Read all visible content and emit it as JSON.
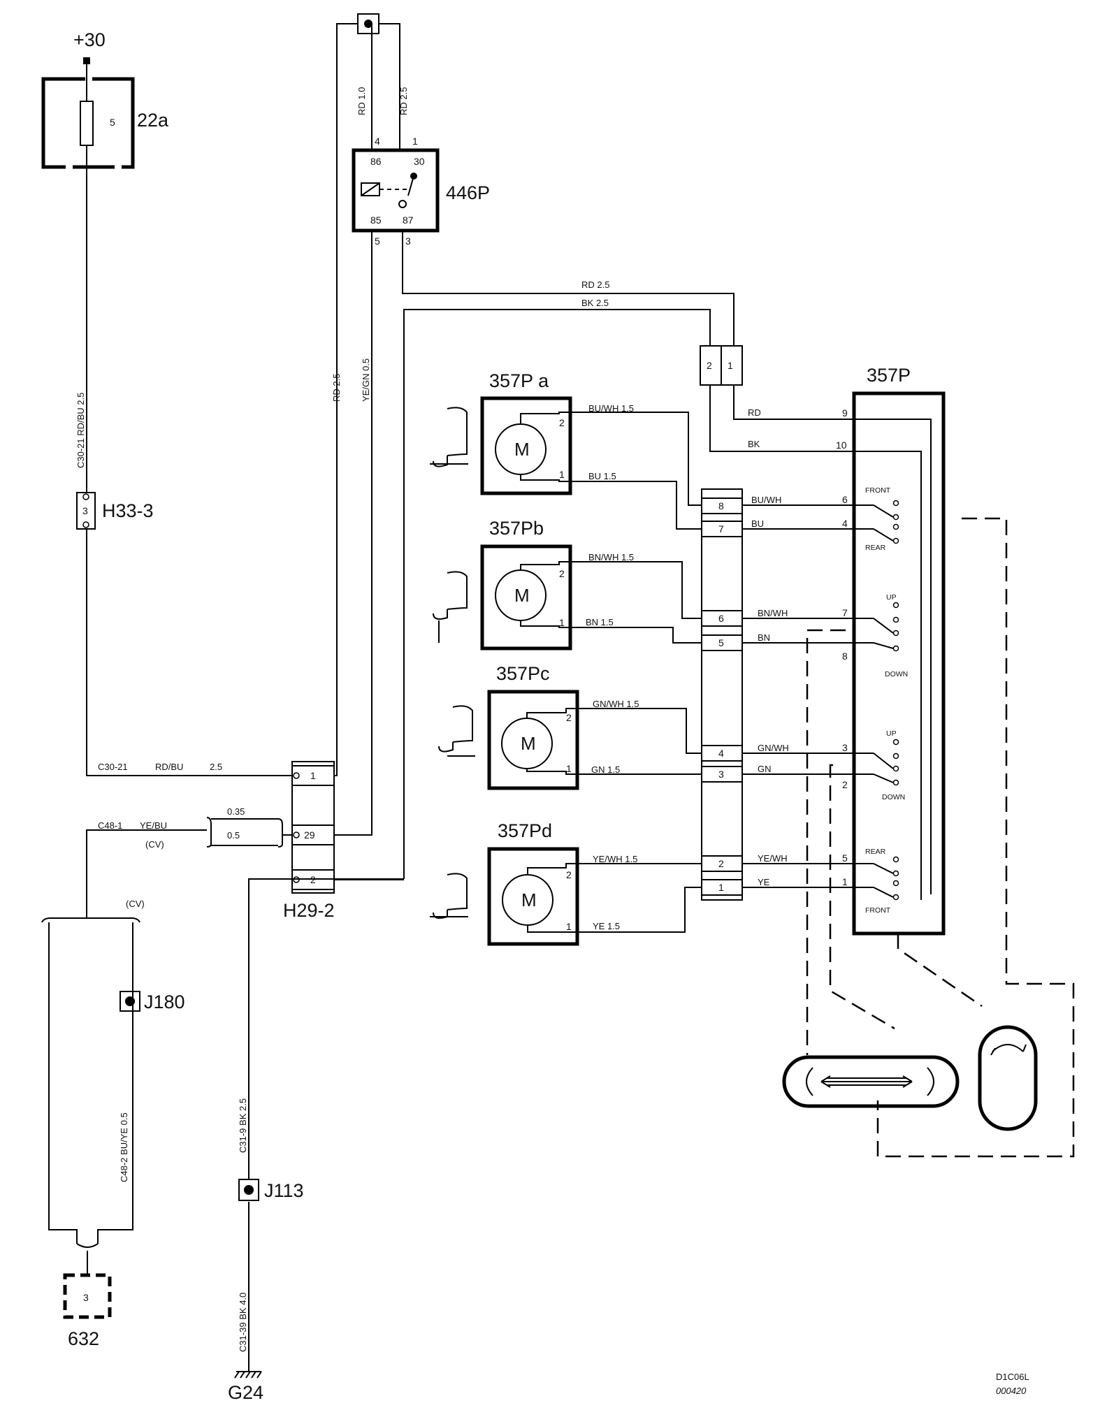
{
  "components": {
    "supply": "+30",
    "fuse": {
      "id": "22a",
      "pin": "5"
    },
    "h33": {
      "id": "H33-3",
      "pin": "3"
    },
    "relay": {
      "id": "446P",
      "pins": [
        "86",
        "30",
        "85",
        "87"
      ],
      "wires": [
        "4",
        "1",
        "5",
        "3"
      ]
    },
    "h29": {
      "id": "H29-2",
      "pins": [
        "1",
        "29",
        "2"
      ]
    },
    "motors": [
      {
        "id": "357P a",
        "glyph": "M"
      },
      {
        "id": "357Pb",
        "glyph": "M"
      },
      {
        "id": "357Pc",
        "glyph": "M"
      },
      {
        "id": "357Pd",
        "glyph": "M"
      }
    ],
    "switch_unit": {
      "id": "357P"
    },
    "j180": "J180",
    "j113": "J113",
    "ground": "G24",
    "cv_unit": {
      "id": "632",
      "pin": "3"
    }
  },
  "wires": {
    "top_rd_10": "RD 1.0",
    "top_rd_25": "RD 2.5",
    "rd_bu_vertical": "C30-21 RD/BU 2.5",
    "rd_25_vertical": "RD 2.5",
    "ye_gn_vertical": "YE/GN 0.5",
    "rd_horizontal": "RD 2.5",
    "bk_horizontal": "BK 2.5",
    "c30_21": "C30-21",
    "rd_bu_h": "RD/BU",
    "rd_bu_h_size": "2.5",
    "c48_1": "C48-1",
    "ye_bu": "YE/BU",
    "cv": "(CV)",
    "size_035": "0.35",
    "size_05": "0.5",
    "bu_ye_vertical": "C48-2 BU/YE 0.5",
    "bk_upper": "C31-9 BK 2.5",
    "bk_lower": "C31-39 BK 4.0",
    "mtr_a_2": "BU/WH 1.5",
    "mtr_a_1": "BU 1.5",
    "mtr_b_2": "BN/WH 1.5",
    "mtr_b_1": "BN 1.5",
    "mtr_c_2": "GN/WH 1.5",
    "mtr_c_1": "GN 1.5",
    "mtr_d_2": "YE/WH 1.5",
    "mtr_d_1": "YE 1.5",
    "sw_rd": "RD",
    "sw_bk": "BK"
  },
  "connector_pins": {
    "top": [
      "2",
      "1"
    ],
    "block": [
      "8",
      "7",
      "6",
      "5",
      "4",
      "3",
      "2",
      "1"
    ],
    "block_wires": [
      "BU/WH",
      "BU",
      "BN/WH",
      "BN",
      "GN/WH",
      "GN",
      "YE/WH",
      "YE"
    ],
    "switch_pins": [
      "9",
      "10",
      "6",
      "4",
      "7",
      "8",
      "3",
      "2",
      "5",
      "1"
    ],
    "motor_pins": [
      "2",
      "1"
    ]
  },
  "switch_labels": [
    "FRONT",
    "REAR",
    "UP",
    "DOWN",
    "UP",
    "DOWN",
    "REAR",
    "FRONT"
  ],
  "footer": {
    "code": "D1C06L",
    "date": "000420"
  }
}
